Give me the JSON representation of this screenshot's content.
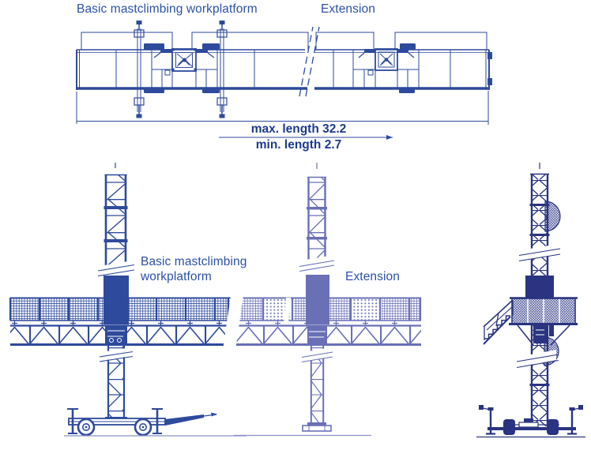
{
  "plan_view": {
    "label_basic": "Basic mastclimbing workplatform",
    "label_extension": "Extension"
  },
  "dimensions": {
    "max_length": "max. length 32.2",
    "min_length": "min. length 2.7"
  },
  "elevation_view": {
    "label_basic_line1": "Basic mastclimbing",
    "label_basic_line2": "workplatform",
    "label_extension": "Extension"
  },
  "colors": {
    "line_blue": "#2e4a9c",
    "label_blue": "#2b51a8",
    "dim_text_blue": "#1e3a8c",
    "extension_blue": "#6a70b6",
    "dark_navy": "#2a3480",
    "ground_gray_blue": "#8a8fc4"
  }
}
